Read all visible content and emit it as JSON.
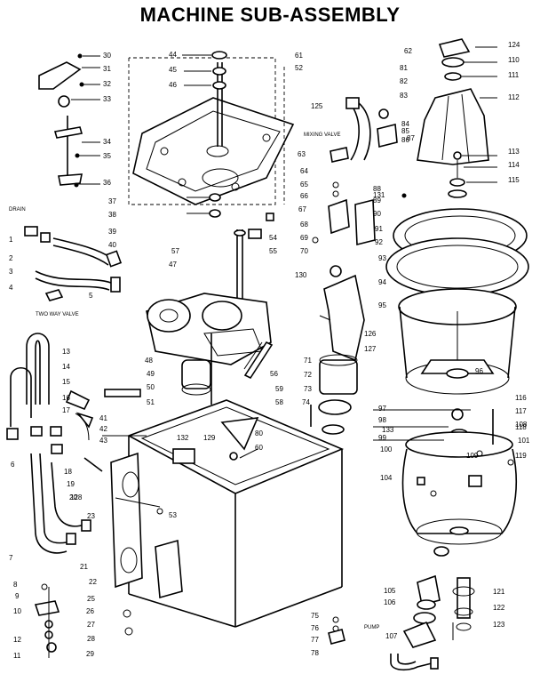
{
  "title": "MACHINE SUB-ASSEMBLY",
  "notes": {
    "drain": "DRAIN",
    "two_way_valve": "TWO WAY VALVE",
    "mixing_valve": "MIXING VALVE",
    "pump": "PUMP"
  },
  "part_numbers": [
    "1",
    "2",
    "3",
    "4",
    "5",
    "6",
    "7",
    "8",
    "9",
    "10",
    "11",
    "12",
    "13",
    "14",
    "15",
    "16",
    "17",
    "18",
    "19",
    "20",
    "21",
    "22",
    "23",
    "25",
    "26",
    "27",
    "28",
    "29",
    "30",
    "31",
    "32",
    "33",
    "34",
    "35",
    "36",
    "37",
    "38",
    "39",
    "40",
    "41",
    "42",
    "43",
    "44",
    "45",
    "46",
    "47",
    "48",
    "49",
    "50",
    "51",
    "52",
    "53",
    "54",
    "55",
    "56",
    "57",
    "58",
    "59",
    "60",
    "61",
    "62",
    "63",
    "64",
    "65",
    "66",
    "67",
    "68",
    "69",
    "70",
    "71",
    "72",
    "73",
    "74",
    "75",
    "76",
    "77",
    "78",
    "80",
    "81",
    "82",
    "83",
    "84",
    "85",
    "86",
    "87",
    "88",
    "89",
    "90",
    "91",
    "92",
    "93",
    "94",
    "95",
    "96",
    "97",
    "98",
    "99",
    "100",
    "101",
    "104",
    "105",
    "106",
    "107",
    "108",
    "109",
    "110",
    "111",
    "112",
    "113",
    "114",
    "115",
    "116",
    "117",
    "118",
    "119",
    "121",
    "122",
    "123",
    "124",
    "125",
    "126",
    "127",
    "128",
    "129",
    "130",
    "131",
    "132",
    "133"
  ]
}
